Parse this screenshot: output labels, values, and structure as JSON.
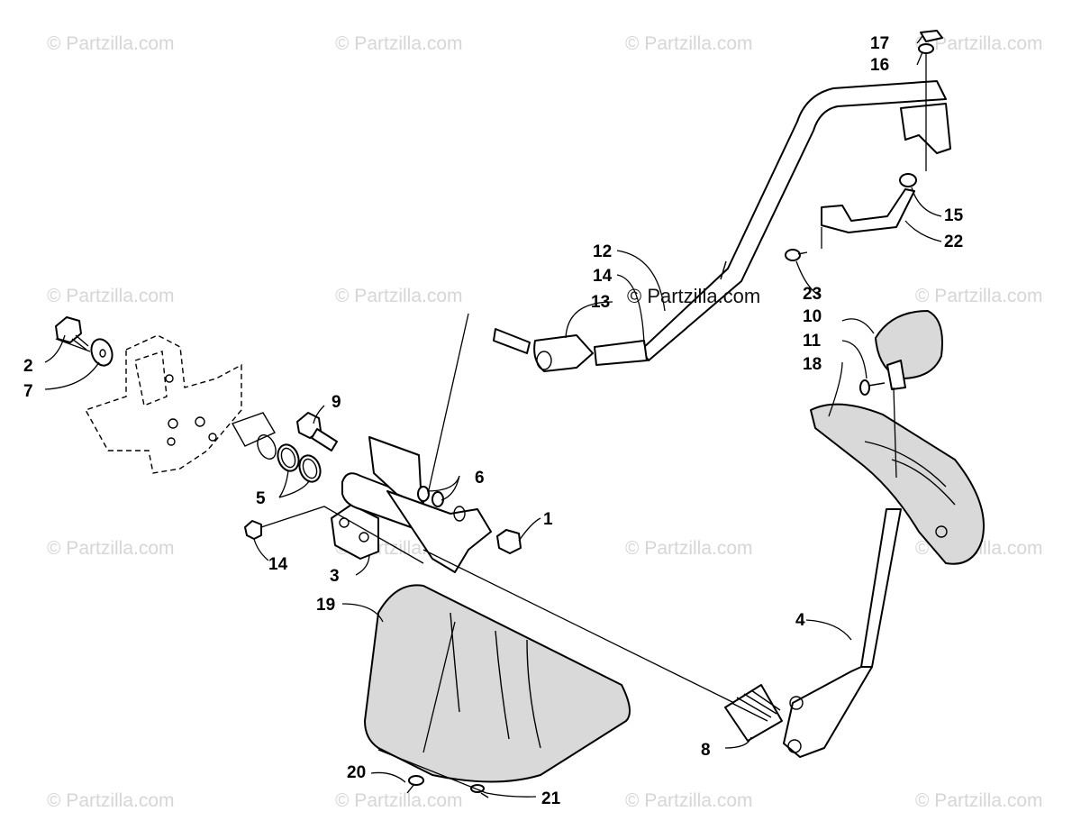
{
  "watermark_text": "© Partzilla.com",
  "center_watermark": "© Partzilla.com",
  "callouts": [
    "1",
    "2",
    "3",
    "4",
    "5",
    "6",
    "7",
    "8",
    "9",
    "10",
    "11",
    "12",
    "13",
    "14",
    "14",
    "15",
    "16",
    "17",
    "18",
    "19",
    "20",
    "21",
    "22",
    "23"
  ]
}
